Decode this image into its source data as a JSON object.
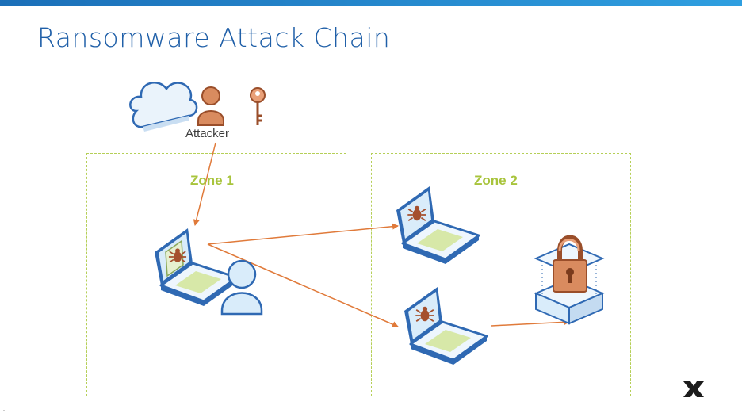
{
  "title": "Ransomware Attack Chain",
  "attacker": {
    "label": "Attacker"
  },
  "zones": [
    {
      "label": "Zone 1"
    },
    {
      "label": "Zone 2"
    }
  ],
  "icons": [
    "cloud-icon",
    "attacker-person-icon",
    "key-icon",
    "infected-laptop-icon",
    "user-icon",
    "locked-storage-icon",
    "brand-logo"
  ],
  "colors": {
    "accent": "#1f5fa8",
    "zone": "#a8c43c",
    "arrow": "#e07a3a",
    "laptop": "#2f69b3",
    "screen": "#d9ecfa",
    "bug": "#a5502e",
    "lock": "#d98b5f"
  }
}
